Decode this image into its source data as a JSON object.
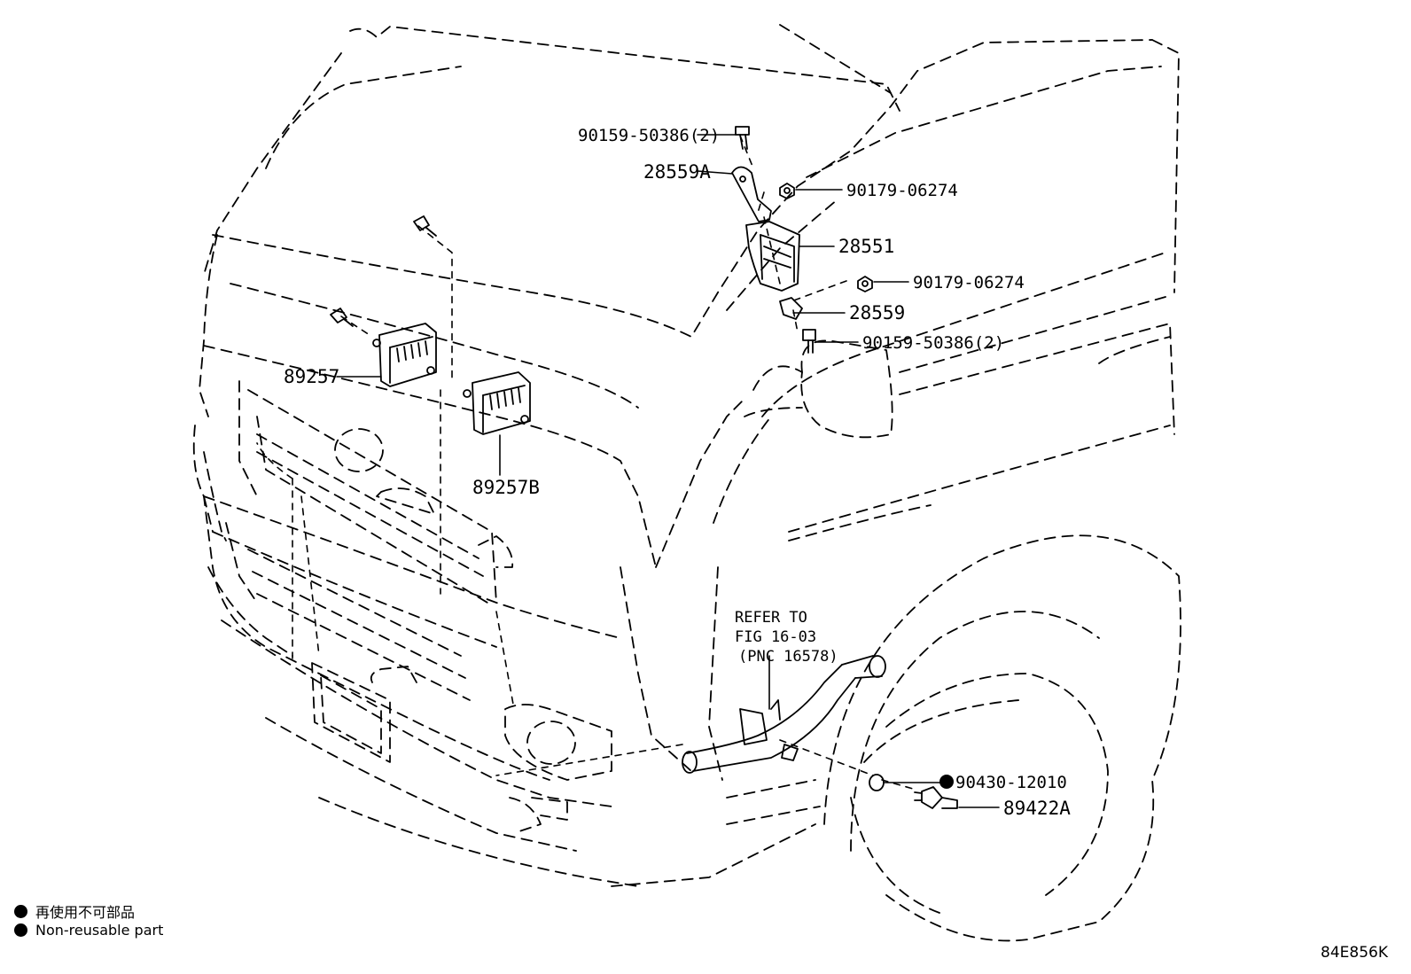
{
  "parts": {
    "bolt_top": "90159-50386(2)",
    "bracket_a": "28559A",
    "nut_top": "90179-06274",
    "module": "28551",
    "nut_mid": "90179-06274",
    "bracket": "28559",
    "bolt_bottom": "90159-50386(2)",
    "relay_left": "89257",
    "relay_right": "89257B",
    "gasket": "90430-12010",
    "sensor": "89422A"
  },
  "reference": {
    "line1": "REFER TO",
    "line2": "FIG 16-03",
    "line3": "(PNC 16578)"
  },
  "legend": {
    "jp": "再使用不可部品",
    "en": "Non-reusable part"
  },
  "diagram_code": "84E856K"
}
